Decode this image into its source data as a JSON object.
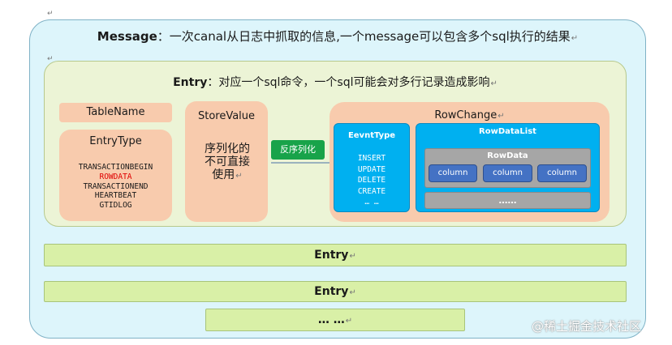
{
  "message": {
    "title_bold": "Message",
    "title_rest": "：一次canal从日志中抓取的信息,一个message可以包含多个sql执行的结果"
  },
  "entry": {
    "title_bold": "Entry",
    "title_rest": "：对应一个sql命令，一个sql可能会对多行记录造成影响"
  },
  "table_name": "TableName",
  "entry_type": {
    "title": "EntryType",
    "items": [
      "TRANSACTIONBEGIN",
      "ROWDATA",
      "TRANSACTIONEND",
      "HEARTBEAT",
      "GTIDLOG"
    ],
    "highlight_color": "#e00000"
  },
  "store_value": {
    "title": "StoreValue",
    "desc_lines": [
      "序列化的",
      "不可直接",
      "使用"
    ]
  },
  "deserialize_label": "反序列化",
  "row_change": {
    "title": "RowChange",
    "event_type": {
      "title": "EevntType",
      "items": [
        "INSERT",
        "UPDATE",
        "DELETE",
        "CREATE",
        "… …"
      ]
    },
    "row_data_list": {
      "title": "RowDataList",
      "row_data": {
        "title": "RowData",
        "columns": [
          "column",
          "column",
          "column"
        ]
      },
      "more": "……"
    }
  },
  "entry_bars": [
    "Entry",
    "Entry"
  ],
  "more_bar": "… …",
  "watermark": "@稀土掘金技术社区",
  "paragraph_mark": "↵",
  "colors": {
    "message_bg": "#ddf5fb",
    "entry_bg": "#ecf4d6",
    "peach": "#f8cbad",
    "blue": "#00b0f0",
    "gray": "#a6a6a6",
    "column_blue": "#4472c4",
    "green_button": "#18a34a",
    "entry_bar": "#d9f0a7"
  }
}
